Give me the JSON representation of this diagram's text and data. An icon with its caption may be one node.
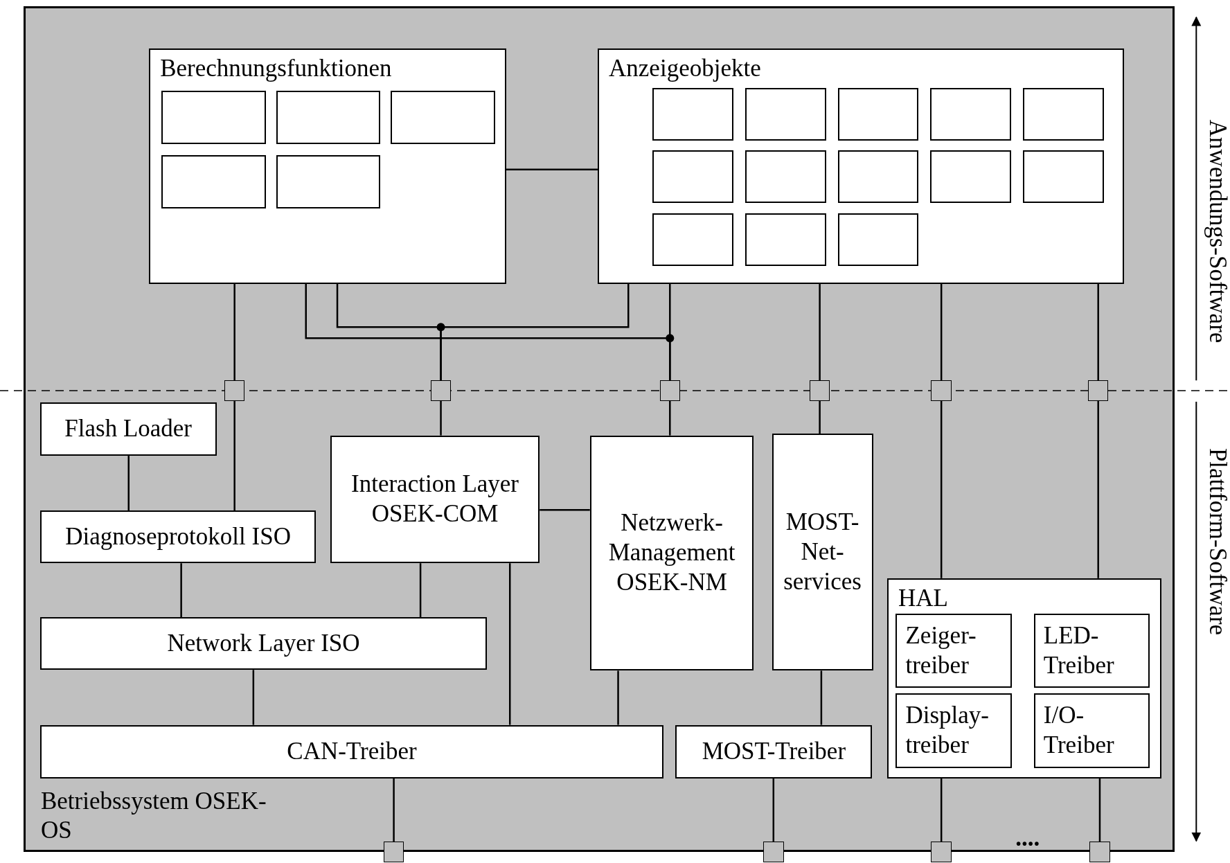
{
  "diagram": {
    "nodes": [
      {
        "text": [
          "Betriebssystem OSEK-OS"
        ]
      },
      {
        "text": [
          "Berechnungsfunktionen"
        ],
        "in": 0
      },
      {
        "text": [],
        "shape": "box",
        "in": 1
      },
      {
        "text": [],
        "shape": "box",
        "in": 1
      },
      {
        "text": [],
        "shape": "box",
        "in": 1
      },
      {
        "text": [],
        "shape": "box",
        "in": 1
      },
      {
        "text": [],
        "shape": "box",
        "in": 1
      },
      {
        "text": [
          "Anzeigeobjekte"
        ],
        "in": 0
      },
      {
        "text": [],
        "shape": "box",
        "in": 7
      },
      {
        "text": [],
        "shape": "box",
        "in": 7
      },
      {
        "text": [],
        "shape": "box",
        "in": 7
      },
      {
        "text": [],
        "shape": "box",
        "in": 7
      },
      {
        "text": [],
        "shape": "box",
        "in": 7
      },
      {
        "text": [],
        "shape": "box",
        "in": 7
      },
      {
        "text": [],
        "shape": "box",
        "in": 7
      },
      {
        "text": [],
        "shape": "box",
        "in": 7
      },
      {
        "text": [],
        "shape": "box",
        "in": 7
      },
      {
        "text": [],
        "shape": "box",
        "in": 7
      },
      {
        "text": [],
        "shape": "box",
        "in": 7
      },
      {
        "text": [],
        "shape": "box",
        "in": 7
      },
      {
        "text": [],
        "shape": "box",
        "in": 7
      },
      {
        "text": [
          "Flash Loader"
        ],
        "in": 0
      },
      {
        "text": [
          "Diagnoseprotokoll ISO"
        ],
        "in": 0
      },
      {
        "text": [
          "Interaction Layer OSEK-COM"
        ],
        "in": 0
      },
      {
        "text": [
          "Netzwerk-Management OSEK-NM"
        ],
        "in": 0
      },
      {
        "text": [
          "MOST-Net-services"
        ],
        "in": 0
      },
      {
        "text": [
          "Network Layer ISO"
        ],
        "in": 0
      },
      {
        "text": [
          "CAN-Treiber"
        ],
        "in": 0
      },
      {
        "text": [
          "MOST-Treiber"
        ],
        "in": 0
      },
      {
        "text": [
          "HAL"
        ],
        "in": 0
      },
      {
        "text": [
          "Zeiger-treiber"
        ],
        "in": 29
      },
      {
        "text": [
          "LED-Treiber"
        ],
        "in": 29
      },
      {
        "text": [
          "Display-treiber"
        ],
        "in": 29
      },
      {
        "text": [
          "I/O-Treiber"
        ],
        "in": 29
      },
      {
        "text": [],
        "shape": "box",
        "in": 0
      },
      {
        "text": [],
        "shape": "box",
        "in": 0
      },
      {
        "text": [],
        "shape": "box",
        "in": 0
      },
      {
        "text": [],
        "shape": "box",
        "in": 0
      },
      {
        "text": [],
        "shape": "box",
        "in": 0
      },
      {
        "text": [],
        "shape": "box",
        "in": 0
      },
      {
        "text": [],
        "shape": "box"
      },
      {
        "text": [],
        "shape": "box"
      },
      {
        "text": [],
        "shape": "box"
      },
      {
        "text": [],
        "shape": "box"
      }
    ],
    "edges": [
      {
        "from": 1,
        "to": 7,
        "arrow": "none"
      },
      {
        "from": 1,
        "to": 34,
        "arrow": "none"
      },
      {
        "from": 34,
        "to": 22,
        "arrow": "none"
      },
      {
        "from": 1,
        "to": 35,
        "arrow": "none"
      },
      {
        "from": 7,
        "to": 35,
        "arrow": "none"
      },
      {
        "from": 35,
        "to": 23,
        "arrow": "none"
      },
      {
        "from": 1,
        "to": 36,
        "arrow": "none"
      },
      {
        "from": 7,
        "to": 36,
        "arrow": "none"
      },
      {
        "from": 36,
        "to": 24,
        "arrow": "none"
      },
      {
        "from": 7,
        "to": 37,
        "arrow": "none"
      },
      {
        "from": 37,
        "to": 25,
        "arrow": "none"
      },
      {
        "from": 7,
        "to": 38,
        "arrow": "none"
      },
      {
        "from": 38,
        "to": 29,
        "arrow": "none"
      },
      {
        "from": 7,
        "to": 39,
        "arrow": "none"
      },
      {
        "from": 39,
        "to": 29,
        "arrow": "none"
      },
      {
        "from": 21,
        "to": 22,
        "arrow": "none"
      },
      {
        "from": 22,
        "to": 26,
        "arrow": "none"
      },
      {
        "from": 23,
        "to": 26,
        "arrow": "none"
      },
      {
        "from": 23,
        "to": 24,
        "arrow": "none"
      },
      {
        "from": 23,
        "to": 27,
        "arrow": "none"
      },
      {
        "from": 26,
        "to": 27,
        "arrow": "none"
      },
      {
        "from": 24,
        "to": 27,
        "arrow": "none"
      },
      {
        "from": 25,
        "to": 28,
        "arrow": "none"
      },
      {
        "from": 27,
        "to": 40,
        "arrow": "none"
      },
      {
        "from": 28,
        "to": 41,
        "arrow": "none"
      },
      {
        "from": 29,
        "to": 42,
        "arrow": "none"
      },
      {
        "from": 29,
        "to": 43,
        "arrow": "none"
      }
    ],
    "labels": [
      "Anwendungs-Software",
      "Plattform-Software",
      "...."
    ]
  }
}
